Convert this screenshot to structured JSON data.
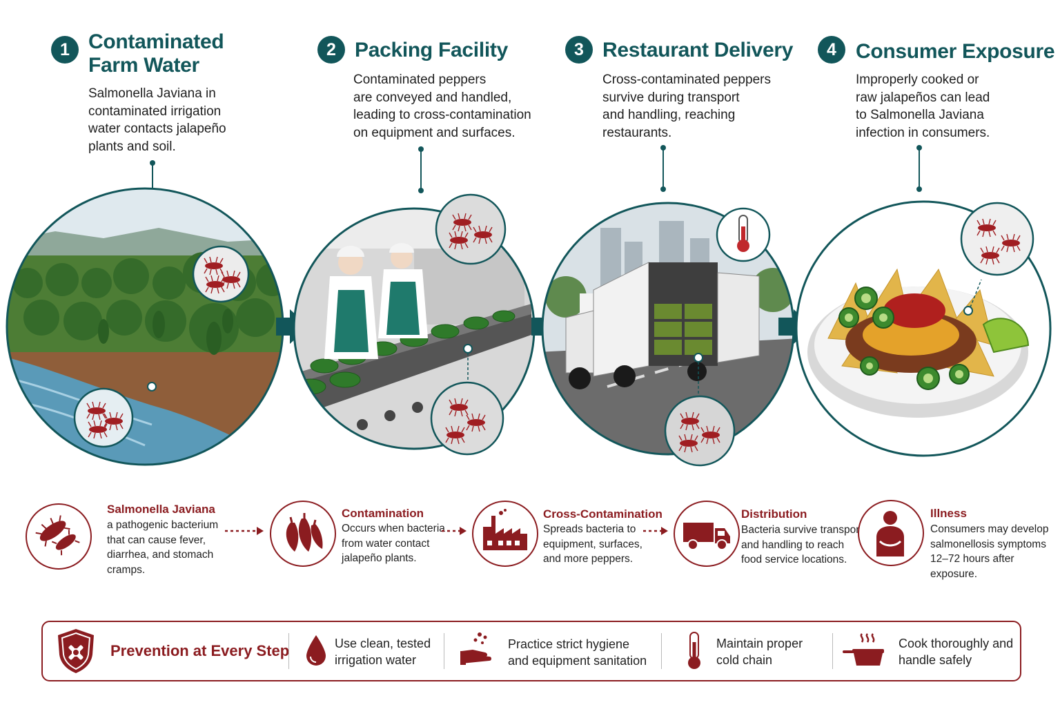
{
  "stages": [
    {
      "number": "1",
      "title": "Contaminated\nFarm Water",
      "description": "Salmonella Javiana in\ncontaminated irrigation\nwater contacts jalapeño\nplants and soil."
    },
    {
      "number": "2",
      "title": "Packing Facility",
      "description": "Contaminated peppers\nare conveyed and handled,\nleading to cross-contamination\non equipment and surfaces."
    },
    {
      "number": "3",
      "title": "Restaurant Delivery",
      "description": "Cross-contaminated peppers\nsurvive during transport\nand handling, reaching\nrestaurants."
    },
    {
      "number": "4",
      "title": "Consumer Exposure",
      "description": "Improperly cooked or\nraw jalapeños can lead\nto Salmonella Javiana\ninfection in consumers."
    }
  ],
  "glossary": [
    {
      "term": "Salmonella Javiana",
      "definition": "a pathogenic bacterium\nthat can cause fever,\ndiarrhea, and stomach\ncramps.",
      "icon": "bacteria-icon"
    },
    {
      "term": "Contamination",
      "definition": "Occurs when bacteria\nfrom water contact\njalapeño plants.",
      "icon": "peppers-icon"
    },
    {
      "term": "Cross-Contamination",
      "definition": "Spreads bacteria to\nequipment, surfaces,\nand more peppers.",
      "icon": "factory-icon"
    },
    {
      "term": "Distribution",
      "definition": "Bacteria survive transport\nand handling to reach\nfood service locations.",
      "icon": "truck-icon"
    },
    {
      "term": "Illness",
      "definition": "Consumers may develop\nsalmonellosis symptoms\n12–72 hours after\nexposure.",
      "icon": "sick-person-icon"
    }
  ],
  "prevention": {
    "title": "Prevention at Every Step",
    "items": [
      {
        "text": "Use clean, tested\nirrigation water",
        "icon": "water-drop-icon"
      },
      {
        "text": "Practice strict hygiene\nand equipment sanitation",
        "icon": "hand-wash-icon"
      },
      {
        "text": "Maintain proper\ncold chain",
        "icon": "thermometer-icon"
      },
      {
        "text": "Cook thoroughly and\nhandle safely",
        "icon": "cooking-pot-icon"
      }
    ]
  },
  "colors": {
    "teal": "#12565a",
    "red": "#8b1c20",
    "pepper": "#2f7a2a"
  }
}
